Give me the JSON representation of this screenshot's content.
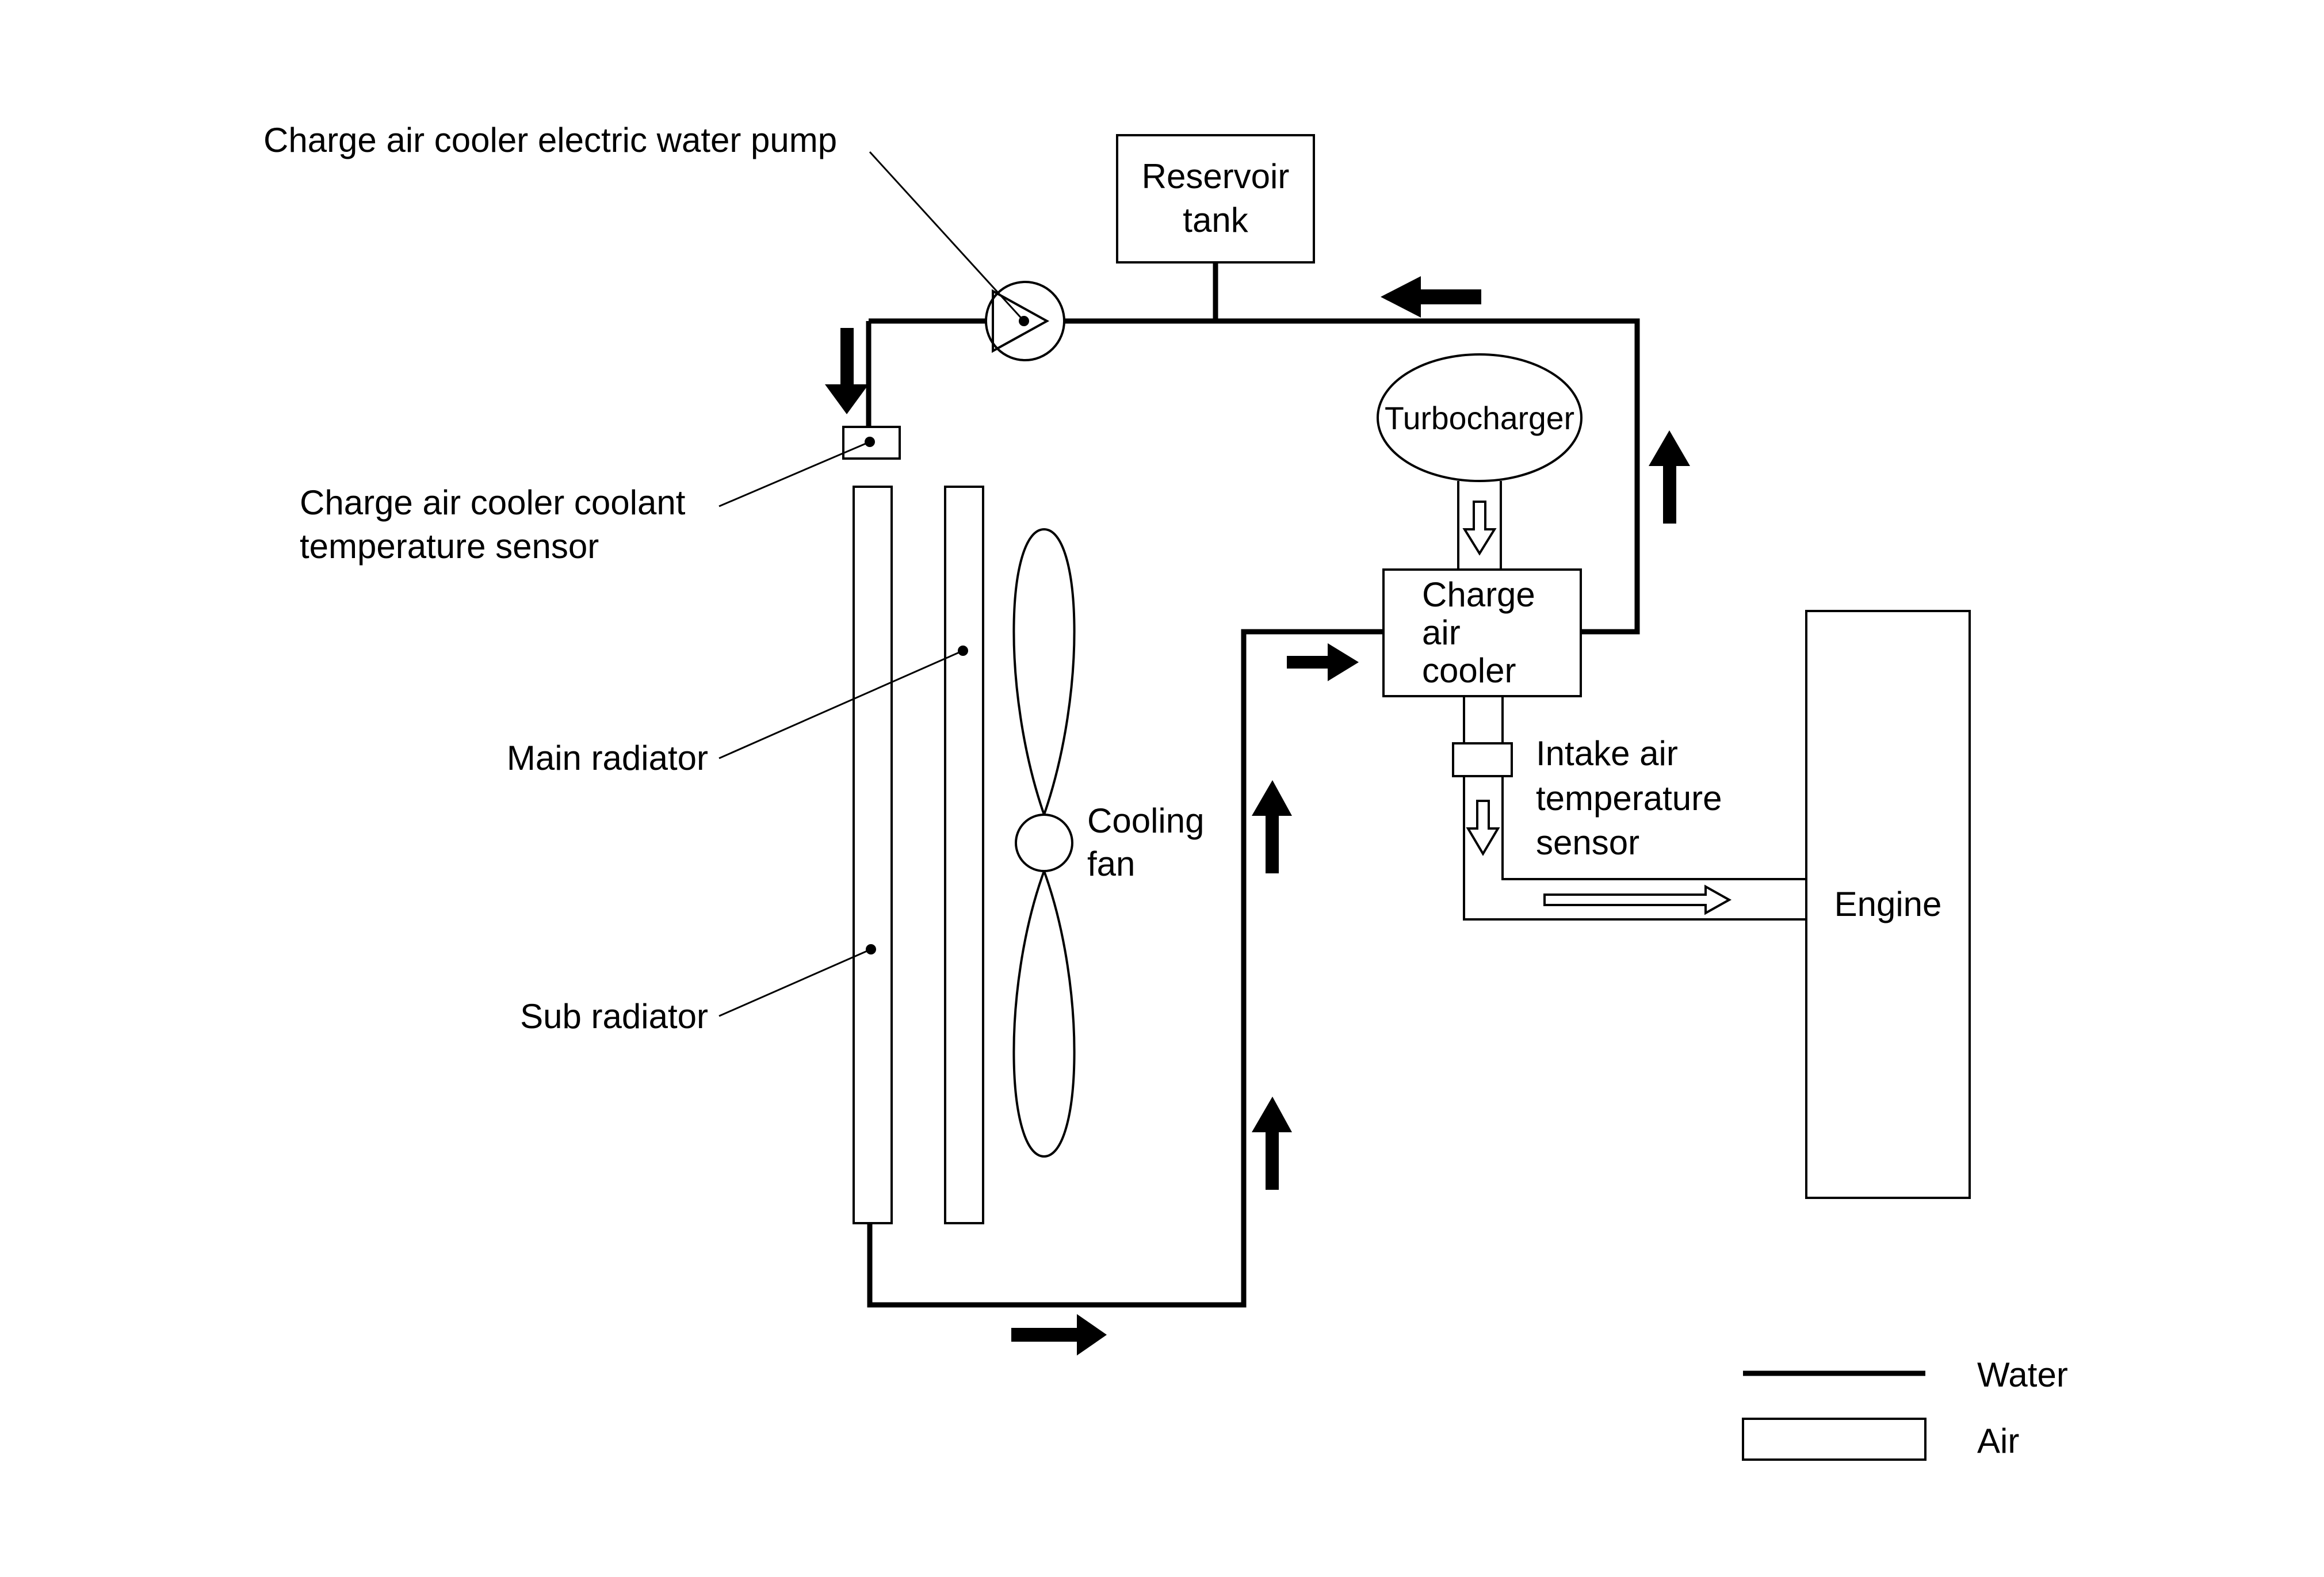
{
  "colors": {
    "line": "#000000",
    "background": "#ffffff",
    "air_fill": "#ffffff"
  },
  "labels": {
    "pump": "Charge air cooler electric water pump",
    "reservoir": [
      "Reservoir",
      "tank"
    ],
    "coolant_sensor": [
      "Charge air cooler coolant",
      "temperature sensor"
    ],
    "main_radiator": "Main radiator",
    "sub_radiator": "Sub radiator",
    "cooling_fan": [
      "Cooling",
      "fan"
    ],
    "turbocharger": "Turbocharger",
    "charge_air_cooler": [
      "Charge",
      "air",
      "cooler"
    ],
    "intake_sensor": [
      "Intake air",
      "temperature",
      "sensor"
    ],
    "engine": "Engine"
  },
  "legend": {
    "water": "Water",
    "air": "Air"
  },
  "icons": {
    "flow_arrow": "solid-arrow-icon",
    "air_arrow": "hollow-arrow-icon",
    "pump": "pump-icon",
    "sensor": "sensor-icon"
  }
}
